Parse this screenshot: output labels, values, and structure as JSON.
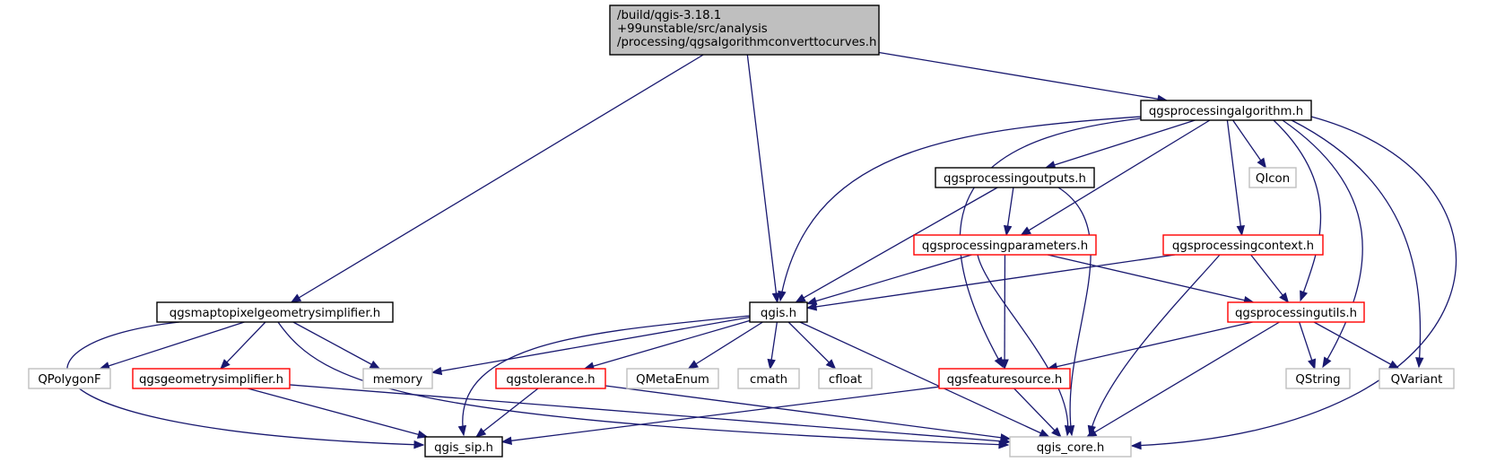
{
  "graph": {
    "nodes": [
      {
        "id": "root",
        "lines": [
          "/build/qgis-3.18.1",
          "+99unstable/src/analysis",
          "/processing/qgsalgorithmconverttocurves.h"
        ],
        "kind": "root"
      },
      {
        "id": "qgsprocessingalgorithm",
        "lines": [
          "qgsprocessingalgorithm.h"
        ],
        "kind": "black"
      },
      {
        "id": "qgsprocessingoutputs",
        "lines": [
          "qgsprocessingoutputs.h"
        ],
        "kind": "black"
      },
      {
        "id": "qicon",
        "lines": [
          "QIcon"
        ],
        "kind": "gray"
      },
      {
        "id": "qgsprocessingparameters",
        "lines": [
          "qgsprocessingparameters.h"
        ],
        "kind": "red"
      },
      {
        "id": "qgsprocessingcontext",
        "lines": [
          "qgsprocessingcontext.h"
        ],
        "kind": "red"
      },
      {
        "id": "qgsmaptopixel",
        "lines": [
          "qgsmaptopixelgeometrysimplifier.h"
        ],
        "kind": "black"
      },
      {
        "id": "qgis",
        "lines": [
          "qgis.h"
        ],
        "kind": "black"
      },
      {
        "id": "qgsprocessingutils",
        "lines": [
          "qgsprocessingutils.h"
        ],
        "kind": "red"
      },
      {
        "id": "qpolygonf",
        "lines": [
          "QPolygonF"
        ],
        "kind": "gray"
      },
      {
        "id": "qgsgeometrysimplifier",
        "lines": [
          "qgsgeometrysimplifier.h"
        ],
        "kind": "red"
      },
      {
        "id": "memory",
        "lines": [
          "memory"
        ],
        "kind": "gray"
      },
      {
        "id": "qgstolerance",
        "lines": [
          "qgstolerance.h"
        ],
        "kind": "red"
      },
      {
        "id": "qmetaenum",
        "lines": [
          "QMetaEnum"
        ],
        "kind": "gray"
      },
      {
        "id": "cmath",
        "lines": [
          "cmath"
        ],
        "kind": "gray"
      },
      {
        "id": "cfloat",
        "lines": [
          "cfloat"
        ],
        "kind": "gray"
      },
      {
        "id": "qgsfeaturesource",
        "lines": [
          "qgsfeaturesource.h"
        ],
        "kind": "red"
      },
      {
        "id": "qstring",
        "lines": [
          "QString"
        ],
        "kind": "gray"
      },
      {
        "id": "qvariant",
        "lines": [
          "QVariant"
        ],
        "kind": "gray"
      },
      {
        "id": "qgis_sip",
        "lines": [
          "qgis_sip.h"
        ],
        "kind": "black"
      },
      {
        "id": "qgis_core",
        "lines": [
          "qgis_core.h"
        ],
        "kind": "gray"
      }
    ],
    "edges": [
      {
        "from": "root",
        "to": "qgsmaptopixel"
      },
      {
        "from": "root",
        "to": "qgis"
      },
      {
        "from": "root",
        "to": "qgsprocessingalgorithm"
      },
      {
        "from": "qgsprocessingalgorithm",
        "to": "qgsprocessingoutputs"
      },
      {
        "from": "qgsprocessingalgorithm",
        "to": "qicon"
      },
      {
        "from": "qgsprocessingalgorithm",
        "to": "qgsprocessingparameters"
      },
      {
        "from": "qgsprocessingalgorithm",
        "to": "qgsprocessingcontext"
      },
      {
        "from": "qgsprocessingalgorithm",
        "to": "qgis"
      },
      {
        "from": "qgsprocessingalgorithm",
        "to": "qgsfeaturesource"
      },
      {
        "from": "qgsprocessingalgorithm",
        "to": "qgsprocessingutils"
      },
      {
        "from": "qgsprocessingalgorithm",
        "to": "qstring"
      },
      {
        "from": "qgsprocessingalgorithm",
        "to": "qvariant"
      },
      {
        "from": "qgsprocessingalgorithm",
        "to": "qgis_core"
      },
      {
        "from": "qgsprocessingoutputs",
        "to": "qgsprocessingparameters"
      },
      {
        "from": "qgsprocessingoutputs",
        "to": "qgis"
      },
      {
        "from": "qgsprocessingoutputs",
        "to": "qgis_core"
      },
      {
        "from": "qgsprocessingparameters",
        "to": "qgis"
      },
      {
        "from": "qgsprocessingparameters",
        "to": "qgsprocessingutils"
      },
      {
        "from": "qgsprocessingparameters",
        "to": "qgsfeaturesource"
      },
      {
        "from": "qgsprocessingparameters",
        "to": "qgis_core"
      },
      {
        "from": "qgsprocessingcontext",
        "to": "qgis"
      },
      {
        "from": "qgsprocessingcontext",
        "to": "qgsprocessingutils"
      },
      {
        "from": "qgsprocessingcontext",
        "to": "qgis_core"
      },
      {
        "from": "qgsmaptopixel",
        "to": "qpolygonf"
      },
      {
        "from": "qgsmaptopixel",
        "to": "qgsgeometrysimplifier"
      },
      {
        "from": "qgsmaptopixel",
        "to": "memory"
      },
      {
        "from": "qgsmaptopixel",
        "to": "qgis_core"
      },
      {
        "from": "qgsmaptopixel",
        "to": "qgis_sip"
      },
      {
        "from": "qgis",
        "to": "memory"
      },
      {
        "from": "qgis",
        "to": "qgstolerance"
      },
      {
        "from": "qgis",
        "to": "qmetaenum"
      },
      {
        "from": "qgis",
        "to": "cmath"
      },
      {
        "from": "qgis",
        "to": "cfloat"
      },
      {
        "from": "qgis",
        "to": "qgis_sip"
      },
      {
        "from": "qgis",
        "to": "qgis_core"
      },
      {
        "from": "qgsprocessingutils",
        "to": "qgsfeaturesource"
      },
      {
        "from": "qgsprocessingutils",
        "to": "qstring"
      },
      {
        "from": "qgsprocessingutils",
        "to": "qvariant"
      },
      {
        "from": "qgsprocessingutils",
        "to": "qgis_core"
      },
      {
        "from": "qgsgeometrysimplifier",
        "to": "qgis_sip"
      },
      {
        "from": "qgsgeometrysimplifier",
        "to": "qgis_core"
      },
      {
        "from": "qgstolerance",
        "to": "qgis_sip"
      },
      {
        "from": "qgstolerance",
        "to": "qgis_core"
      },
      {
        "from": "qgsfeaturesource",
        "to": "qgis_sip"
      },
      {
        "from": "qgsfeaturesource",
        "to": "qgis_core"
      }
    ],
    "colors": {
      "edge": "#191970",
      "root_fill": "#bfbfbf",
      "black_stroke": "#000000",
      "red_stroke": "#ff0000",
      "gray_stroke": "#bfbfbf",
      "node_fill": "#ffffff",
      "text": "#000000"
    }
  }
}
